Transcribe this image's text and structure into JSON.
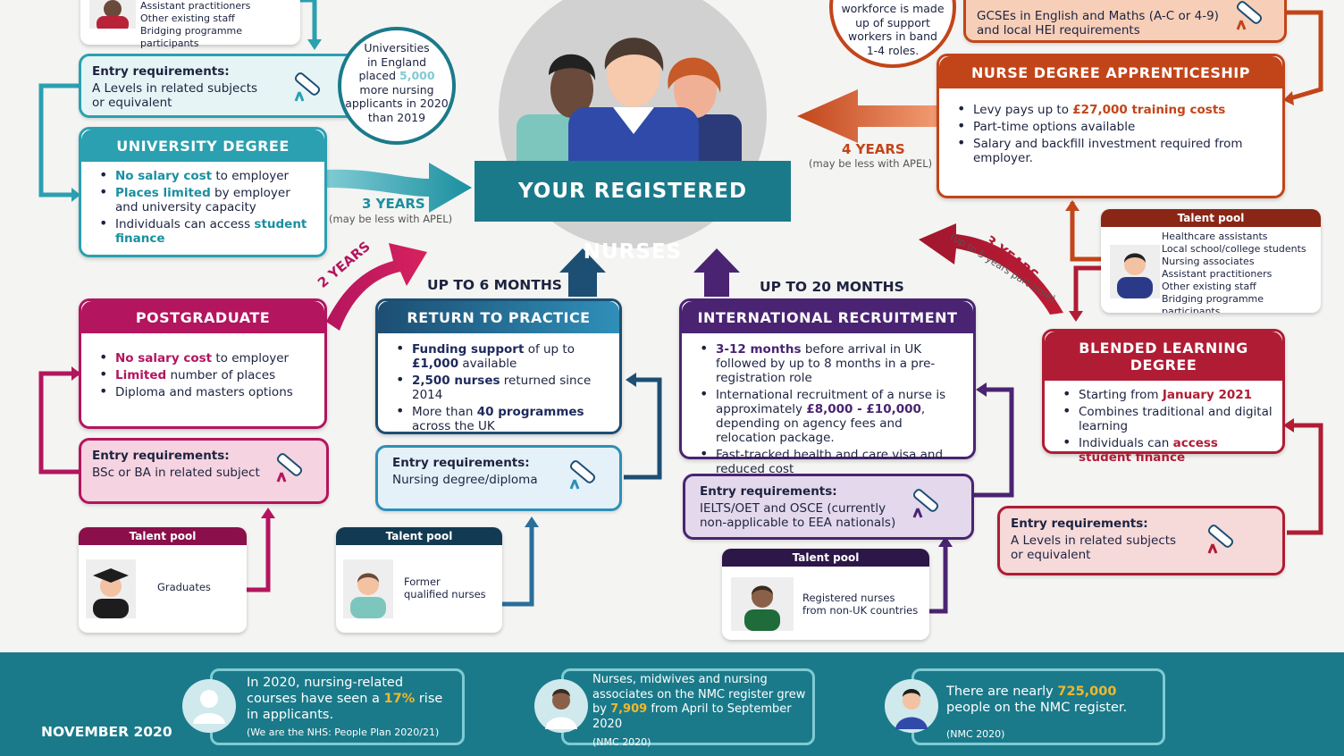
{
  "center": {
    "title": "YOUR REGISTERED NURSES"
  },
  "top_left_pool": {
    "items": [
      "Assistant practitioners",
      "Other existing staff",
      "Bridging programme participants"
    ]
  },
  "uni_entry": {
    "title": "Entry requirements:",
    "line1": "A Levels in related subjects",
    "line2": "or equivalent"
  },
  "uni_stat": {
    "l1": "Universities",
    "l2": "in England",
    "l3a": "placed ",
    "l3b": "5,000",
    "l4": "more nursing",
    "l5": "applicants in 2020",
    "l6": "than 2019"
  },
  "university": {
    "title": "UNIVERSITY DEGREE",
    "b1_hl": "No salary cost",
    "b1": " to employer",
    "b2_hl": "Places limited",
    "b2": " by employer and university capacity",
    "b3": "Individuals can access ",
    "b3_hl": "student finance",
    "duration": "3 YEARS",
    "duration_note": "(may be less with APEL)"
  },
  "postgraduate": {
    "title": "POSTGRADUATE",
    "b1_hl": "No salary cost",
    "b1": " to employer",
    "b2_hl": "Limited",
    "b2": " number of places",
    "b3": "Diploma and masters options",
    "duration": "2 YEARS",
    "entry_title": "Entry requirements:",
    "entry_value": "BSc or BA in related subject",
    "pool_title": "Talent pool",
    "pool_items": [
      "Graduates"
    ]
  },
  "return": {
    "heading": "UP TO 6 MONTHS",
    "title": "RETURN TO PRACTICE",
    "b1_hl": "Funding support",
    "b1": " of up to ",
    "b1_hl2": "£1,000",
    "b1_tail": " available",
    "b2_hl": "2,500 nurses",
    "b2": " returned since 2014",
    "b3": "More than ",
    "b3_hl": "40 programmes",
    "b3_tail": " across the UK",
    "entry_title": "Entry requirements:",
    "entry_value": "Nursing degree/diploma",
    "pool_title": "Talent pool",
    "pool_items": [
      "Former",
      "qualified nurses"
    ]
  },
  "international": {
    "heading": "UP TO 20 MONTHS",
    "title": "INTERNATIONAL RECRUITMENT",
    "b1_hl": "3-12 months",
    "b1": " before arrival in UK followed by up to 8 months in a pre-registration role",
    "b2": "International recruitment of a nurse is approximately ",
    "b2_hl": "£8,000 - £10,000",
    "b2_tail": ", depending on agency fees and relocation package.",
    "b3": "Fast-tracked health and care visa and reduced cost",
    "entry_title": "Entry requirements:",
    "entry_line1": "IELTS/OET and OSCE (currently",
    "entry_line2": "non-applicable to EEA nationals)",
    "pool_title": "Talent pool",
    "pool_items": [
      "Registered nurses",
      "from non-UK countries"
    ]
  },
  "top_right": {
    "support_l1": "workforce is made",
    "support_l2": "up of support",
    "support_l3": "workers in band",
    "support_l4": "1-4 roles.",
    "gcse_l1": "GCSEs in English and Maths (A-C or 4-9)",
    "gcse_l2": "and local HEI requirements"
  },
  "apprenticeship": {
    "title": "NURSE DEGREE APPRENTICESHIP",
    "b1": "Levy pays up to ",
    "b1_hl": "£27,000 training costs",
    "b2": "Part-time options available",
    "b3": "Salary and backfill investment required from employer.",
    "duration": "4 YEARS",
    "duration_note": "(may be less with APEL)"
  },
  "right_pool": {
    "title": "Talent pool",
    "items": [
      "Healthcare assistants",
      "Local school/college students",
      "Nursing associates",
      "Assistant practitioners",
      "Other existing staff",
      "Bridging programme participants"
    ]
  },
  "blended": {
    "title": "BLENDED LEARNING DEGREE",
    "b1": "Starting from ",
    "b1_hl": "January 2021",
    "b2": "Combines traditional and digital learning",
    "b3": "Individuals can ",
    "b3_hl": "access student finance",
    "duration": "3 YEARS",
    "duration_note": "(up to 5 years part-time)",
    "entry_title": "Entry requirements:",
    "entry_line1": "A Levels in related subjects",
    "entry_line2": "or equivalent"
  },
  "footer": {
    "date": "NOVEMBER 2020",
    "s1_l1": "In 2020, nursing-related",
    "s1_l2a": "courses have seen a ",
    "s1_hl": "17%",
    "s1_l2b": " rise",
    "s1_l3": "in applicants.",
    "s1_src": "(We are the NHS: People Plan 2020/21)",
    "s2_l1": "Nurses, midwives and nursing",
    "s2_l2": "associates on the NMC register grew",
    "s2_l3a": "by ",
    "s2_hl": "7,909",
    "s2_l3b": " from April to September 2020",
    "s2_src": "(NMC 2020)",
    "s3_l1a": "There are nearly ",
    "s3_hl": "725,000",
    "s3_l2": "people on the NMC register.",
    "s3_src": "(NMC 2020)"
  },
  "colors": {
    "teal": "#1a8fa0",
    "rose": "#b3155e",
    "navy": "#1d4e73",
    "purple": "#4a2472",
    "red": "#b01c34",
    "orange": "#c2451a",
    "footer": "#1a7a8a",
    "gold": "#f0b82d"
  }
}
